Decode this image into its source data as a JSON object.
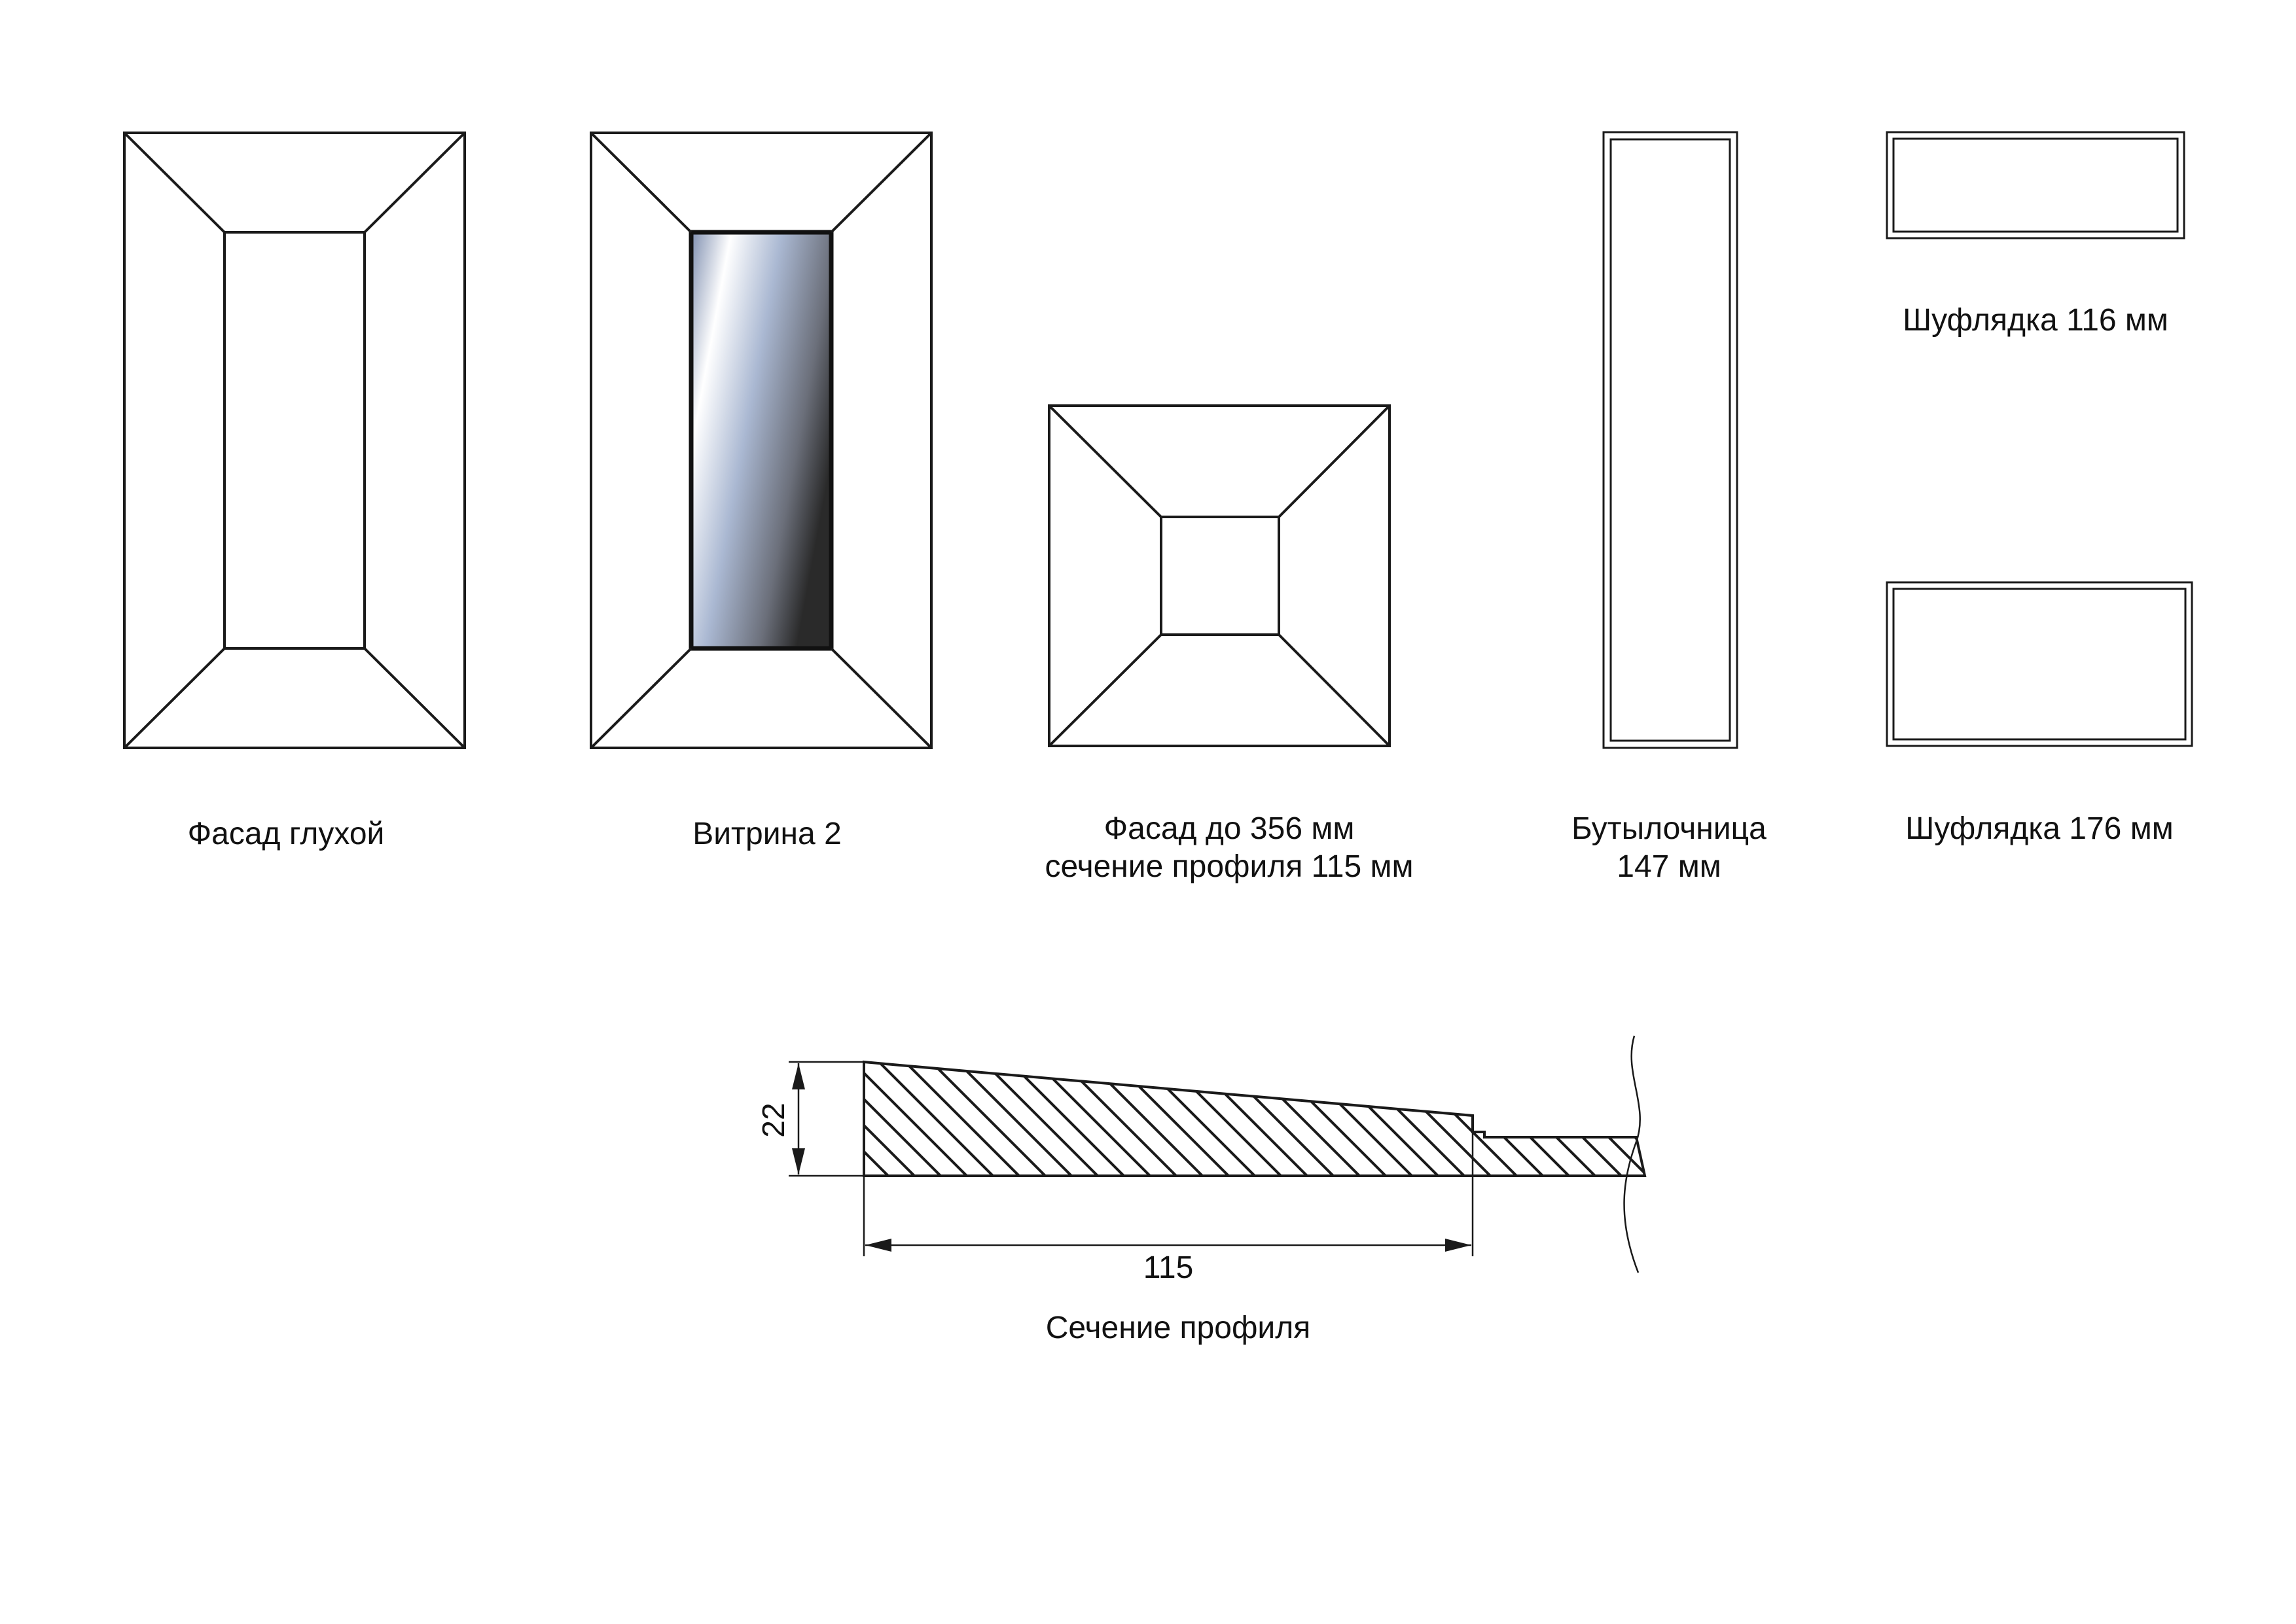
{
  "drawings": {
    "facade_blind": {
      "label": "Фасад глухой"
    },
    "showcase": {
      "label": "Витрина 2"
    },
    "facade_small": {
      "label_line1": "Фасад до 356 мм",
      "label_line2": "сечение профиля 115 мм"
    },
    "bottle_holder": {
      "label_line1": "Бутылочница",
      "label_line2": "147 мм"
    },
    "drawer_116": {
      "label": "Шуфлядка 116 мм"
    },
    "drawer_176": {
      "label": "Шуфлядка 176 мм"
    }
  },
  "profile_section": {
    "title": "Сечение профиля",
    "width_dim": "115",
    "height_dim": "22"
  },
  "colors": {
    "line": "#1a1a1a",
    "glass_light": "#ffffff",
    "glass_mid": "#b9c6dc",
    "glass_dark": "#3a3a3a"
  }
}
